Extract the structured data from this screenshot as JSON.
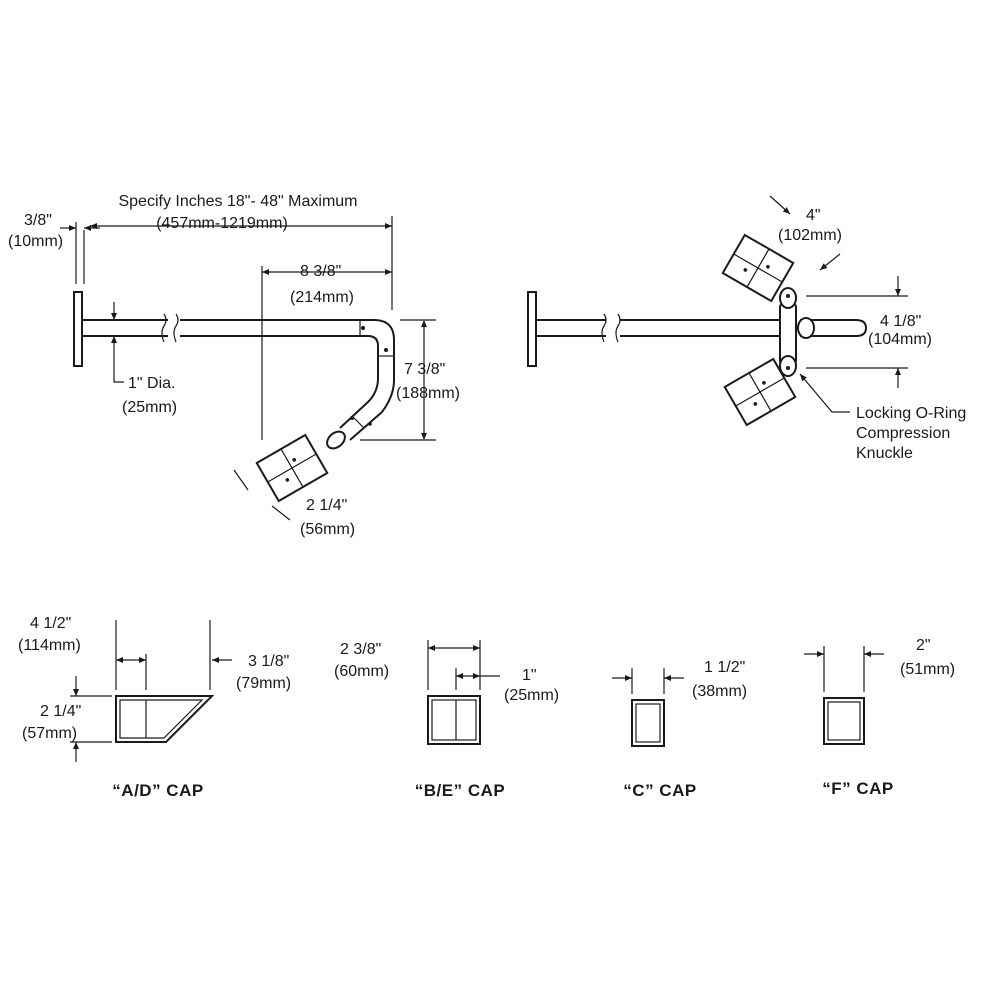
{
  "side_view": {
    "overall_length": "Specify Inches 18\"- 48\" Maximum",
    "overall_length_mm": "(457mm-1219mm)",
    "plate_thickness": "3/8\"",
    "plate_thickness_mm": "(10mm)",
    "arm_diameter": "1\" Dia.",
    "arm_diameter_mm": "(25mm)",
    "elbow_length": "8 3/8\"",
    "elbow_length_mm": "(214mm)",
    "drop": "7 3/8\"",
    "drop_mm": "(188mm)",
    "head_width": "2 1/4\"",
    "head_width_mm": "(56mm)"
  },
  "top_view": {
    "head_width": "4\"",
    "head_width_mm": "(102mm)",
    "spread": "4 1/8\"",
    "spread_mm": "(104mm)",
    "knuckle_line1": "Locking O-Ring",
    "knuckle_line2": "Compression",
    "knuckle_line3": "Knuckle"
  },
  "caps": {
    "ad": {
      "label": "“A/D” CAP",
      "top_width": "4 1/2\"",
      "top_width_mm": "(114mm)",
      "bottom_width": "3 1/8\"",
      "bottom_width_mm": "(79mm)",
      "height": "2 1/4\"",
      "height_mm": "(57mm)"
    },
    "be": {
      "label": "“B/E” CAP",
      "width": "2 3/8\"",
      "width_mm": "(60mm)",
      "inner": "1\"",
      "inner_mm": "(25mm)"
    },
    "c": {
      "label": "“C” CAP",
      "width": "1 1/2\"",
      "width_mm": "(38mm)"
    },
    "f": {
      "label": "“F” CAP",
      "width": "2\"",
      "width_mm": "(51mm)"
    }
  }
}
